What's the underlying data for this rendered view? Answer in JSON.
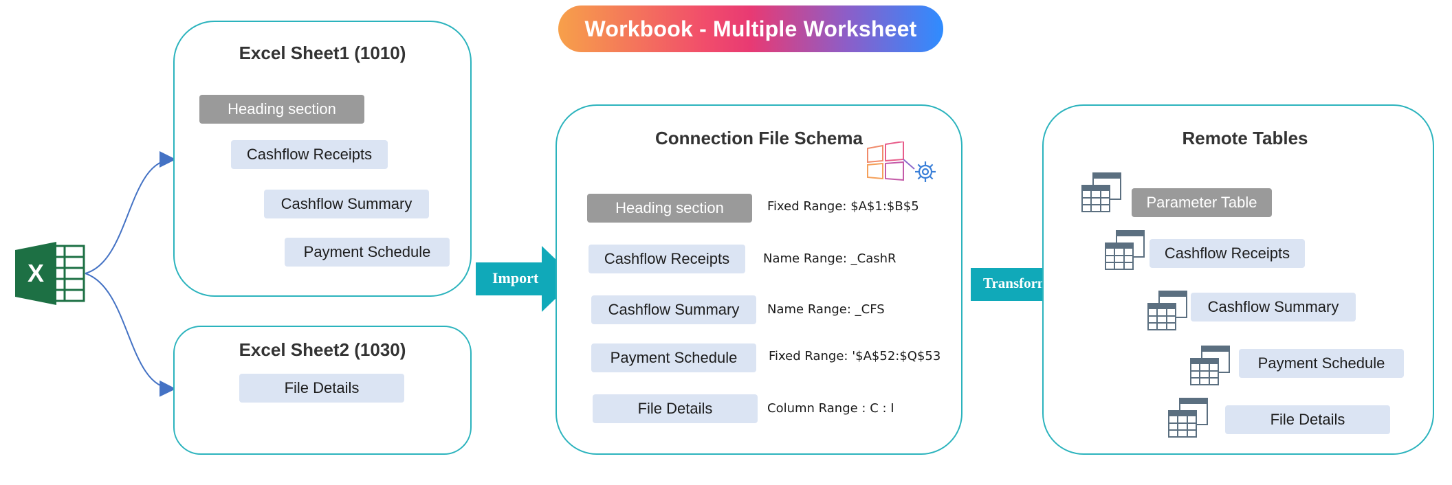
{
  "title": "Workbook - Multiple Worksheet",
  "sheet1": {
    "title": "Excel Sheet1 (1010)",
    "items": [
      "Heading section",
      "Cashflow Receipts",
      "Cashflow Summary",
      "Payment Schedule"
    ]
  },
  "sheet2": {
    "title": "Excel Sheet2 (1030)",
    "items": [
      "File Details"
    ]
  },
  "schema": {
    "title": "Connection File Schema",
    "rows": [
      {
        "label": "Heading section",
        "range": "Fixed Range: $A$1:$B$5"
      },
      {
        "label": "Cashflow Receipts",
        "range": "Name Range: _CashR"
      },
      {
        "label": "Cashflow Summary",
        "range": "Name Range: _CFS"
      },
      {
        "label": "Payment Schedule",
        "range": "Fixed Range: '$A$52:$Q$53"
      },
      {
        "label": "File Details",
        "range": "Column Range : C : I"
      }
    ]
  },
  "remote": {
    "title": "Remote Tables",
    "items": [
      "Parameter Table",
      "Cashflow Receipts",
      "Cashflow Summary",
      "Payment Schedule",
      "File Details"
    ]
  },
  "arrows": {
    "import": "Import",
    "transform": "Transform"
  },
  "colors": {
    "panel_border": "#2bb3bd",
    "arrow": "#10a9b9",
    "pill": "#dbe4f3",
    "pill_gray": "#9a9a9a",
    "excel_green": "#1d7044",
    "table_icon": "#5b6f80"
  },
  "icons": {
    "excel": "excel-logo-icon",
    "schema": "windows-gear-icon",
    "table": "table-stack-icon"
  }
}
